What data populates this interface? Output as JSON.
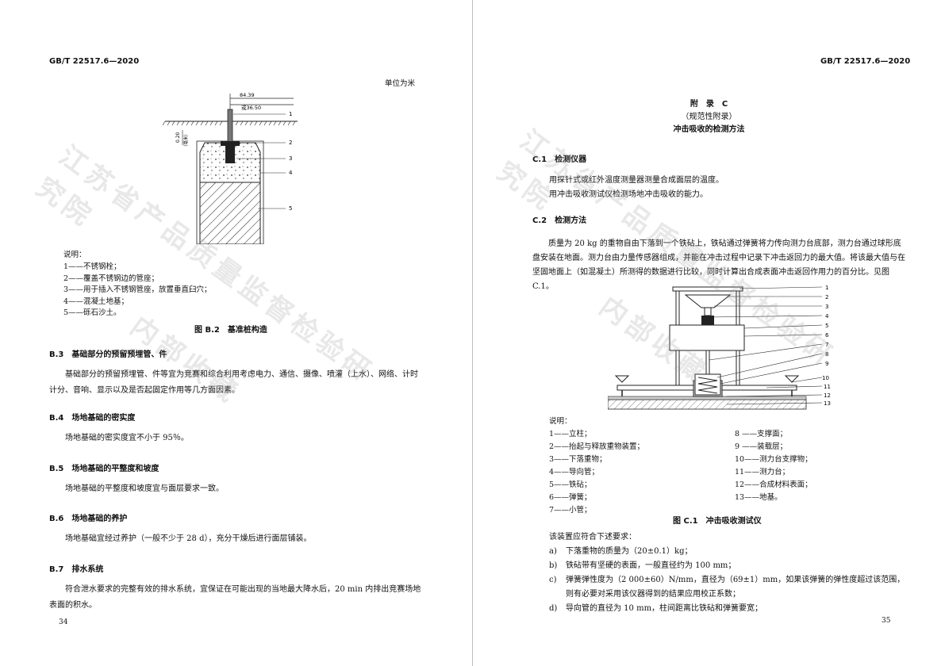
{
  "left_page": {
    "header": "GB/T 22517.6—2020",
    "units_note": "单位为米",
    "figure": {
      "dim_top": "84.39",
      "dim_bottom": "或36.50",
      "dim_vertical": "0.20",
      "dim_vertical_note": "（毫米）",
      "callouts": [
        "1",
        "2",
        "3",
        "4",
        "5"
      ]
    },
    "legend_title": "说明：",
    "legend": [
      "1——不锈钢栓；",
      "2——覆盖不锈钢边的管座；",
      "3——用于插入不锈钢管座，放置垂直臼穴；",
      "4——混凝土地基；",
      "5——砾石沙土。"
    ],
    "figure_caption": "图 B.2　基准桩构造",
    "sections": [
      {
        "heading": "B.3　基础部分的预留预埋管、件",
        "paragraph": "基础部分的预留预埋管、件等宜为竞赛和综合利用考虑电力、通信、摄像、喷灌（上水）、网络、计时计分、音响、显示以及是否起固定作用等几方面因素。"
      },
      {
        "heading": "B.4　场地基础的密实度",
        "paragraph": "场地基础的密实度宜不小于 95％。"
      },
      {
        "heading": "B.5　场地基础的平整度和坡度",
        "paragraph": "场地基础的平整度和坡度宜与面层要求一致。"
      },
      {
        "heading": "B.6　场地基础的养护",
        "paragraph": "场地基础宜经过养护（一般不少于 28 d），充分干燥后进行面层铺装。"
      },
      {
        "heading": "B.7　排水系统",
        "paragraph": "符合泄水要求的完整有效的排水系统，宜保证在可能出现的当地最大降水后，20 min 内排出竞赛场地表面的积水。"
      }
    ],
    "page_number": "34"
  },
  "right_page": {
    "header": "GB/T 22517.6—2020",
    "annex_title": "附　录　C",
    "annex_subtitle": "（规范性附录）",
    "annex_name": "冲击吸收的检测方法",
    "c1_heading": "C.1　检测仪器",
    "c1_paragraph": "用探针式或红外温度测量器测量合成面层的温度。\n用冲击吸收测试仪检测场地冲击吸收的能力。",
    "c2_heading": "C.2　检测方法",
    "c2_paragraph": "质量为 20 kg 的重物自由下落到一个铁砧上，铁砧通过弹簧将力传向测力台底部，测力台通过球形底盘安装在地面。测力台由力量传感器组成，并能在冲击过程中记录下冲击返回力的最大值。将该最大值与在坚固地面上（如混凝土）所测得的数据进行比较，同时计算出合成表面冲击返回作用力的百分比。见图 C.1。",
    "figure_callouts": [
      "1",
      "2",
      "3",
      "4",
      "5",
      "6",
      "7",
      "8",
      "9",
      "10",
      "11",
      "12",
      "13"
    ],
    "legend_title": "说明：",
    "legend_left": [
      "1——立柱；",
      "2——抬起与释放重物装置；",
      "3——下落重物；",
      "4——导向管；",
      "5——铁砧；",
      "6——弹簧；",
      "7——小管；"
    ],
    "legend_right": [
      "8 ——支撑面；",
      "9 ——装载层；",
      "10——测力台支撑物；",
      "11——测力台；",
      "12——合成材料表面；",
      "13——地基。"
    ],
    "figure_caption": "图 C.1　冲击吸收测试仪",
    "requirements_intro": "该装置应符合下述要求：",
    "requirements": [
      {
        "label": "a)",
        "text": "下落重物的质量为（20±0.1）kg；"
      },
      {
        "label": "b)",
        "text": "铁砧带有坚硬的表面，一般直径约为 100 mm；"
      },
      {
        "label": "c)",
        "text": "弹簧弹性度为（2 000±60）N/mm，直径为（69±1）mm，如果该弹簧的弹性度超过该范围，则有必要对采用该仪器得到的结果应用校正系数；"
      },
      {
        "label": "d)",
        "text": "导向管的直径为 10 mm，柱间距离比铁砧和弹簧要宽；"
      }
    ],
    "page_number": "35"
  },
  "watermark": {
    "left_line1": "江苏省产品质量监督检验研究院",
    "left_line2": "内部收藏",
    "right_line1": "江苏省产品质量监督检验研究院",
    "right_line2": "内部收藏"
  }
}
